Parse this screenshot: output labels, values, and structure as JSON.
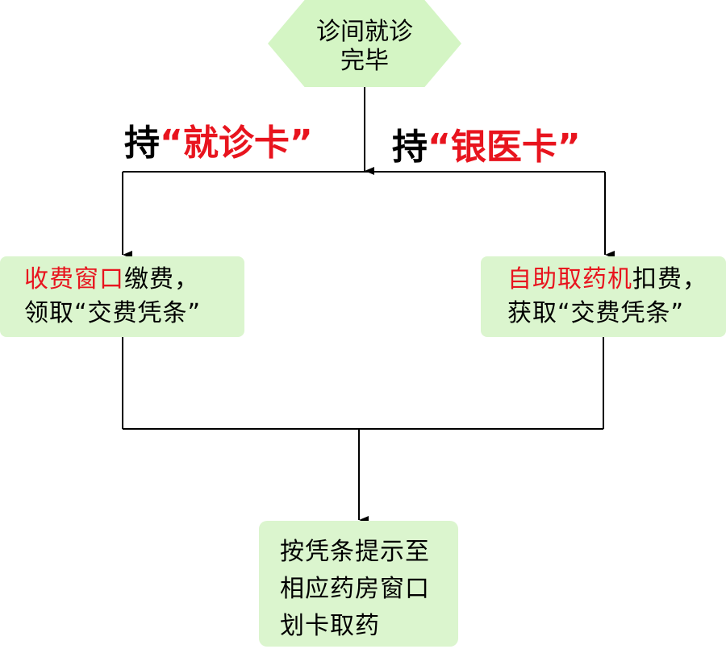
{
  "start": {
    "line1": "诊间就诊",
    "line2": "完毕"
  },
  "branch_left": {
    "prefix": "持",
    "card": "“就诊卡”"
  },
  "branch_right": {
    "prefix": "持",
    "card": "“银医卡”"
  },
  "left_box": {
    "highlight": "收费窗口",
    "line1_rest": "缴费，",
    "line2": "领取“交费凭条”"
  },
  "right_box": {
    "highlight": "自助取药机",
    "line1_rest": "扣费，",
    "line2": "获取“交费凭条”"
  },
  "end_box": {
    "line1": "按凭条提示至",
    "line2": "相应药房窗口",
    "line3": "划卡取药"
  },
  "colors": {
    "node_fill": "#d4f5c4",
    "box_fill": "#dbf5ce",
    "highlight": "#e8141e",
    "line": "#000000"
  }
}
